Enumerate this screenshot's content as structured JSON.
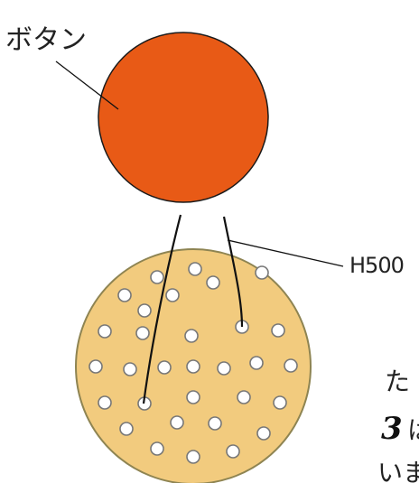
{
  "labels": {
    "button": "ボタン",
    "part": "H500"
  },
  "cropped_text": {
    "ta": "た",
    "numeral": "3",
    "ha": "は",
    "imasu": "います"
  },
  "colors": {
    "button_fill": "#E85A16",
    "sieve_fill": "#F2CB7E",
    "sieve_stroke": "#8E8452",
    "hole_stroke": "#777777",
    "line": "#111111"
  }
}
